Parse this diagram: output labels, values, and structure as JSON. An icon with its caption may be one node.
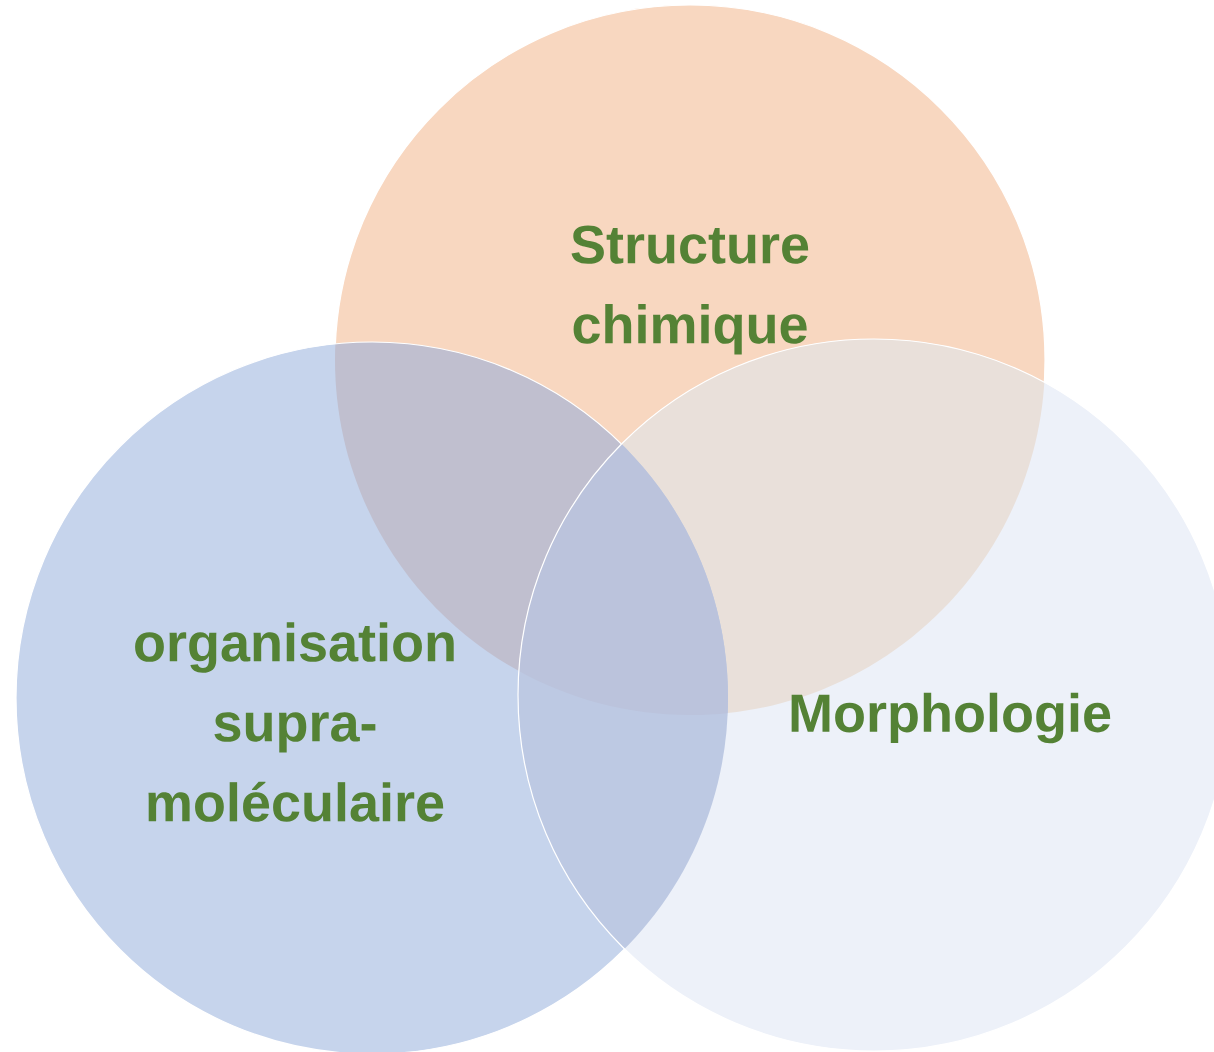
{
  "diagram": {
    "nodes": [
      {
        "text": [
          "Structure chimique"
        ]
      },
      {
        "text": [
          "organisation supra-moléculaire"
        ]
      },
      {
        "text": [
          "Morphologie"
        ]
      }
    ]
  }
}
